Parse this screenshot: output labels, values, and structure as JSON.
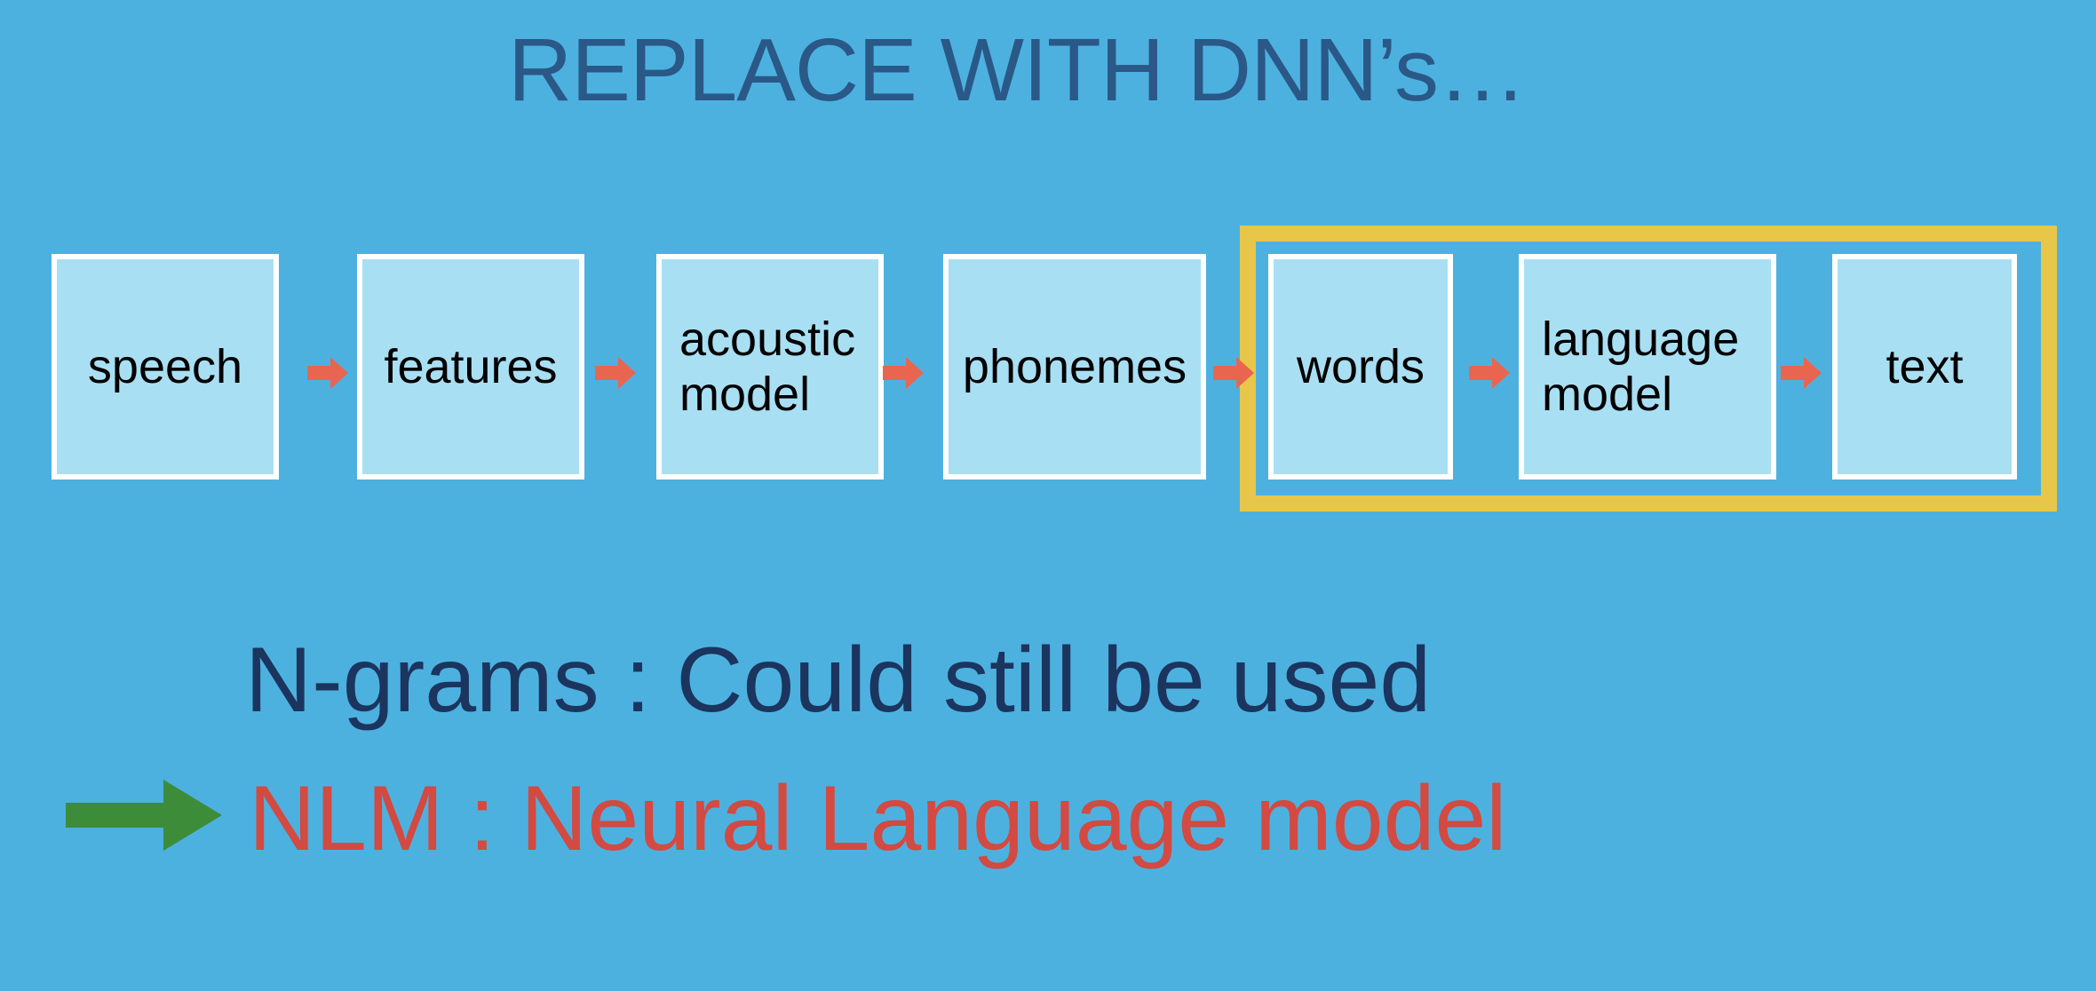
{
  "title": "REPLACE WITH DNN’s…",
  "colors": {
    "background": "#4db1e0",
    "title": "#2a5887",
    "box_fill": "#a9dff3",
    "box_border": "#ffffff",
    "box_text": "#000000",
    "arrow": "#e8664f",
    "highlight_frame": "#e8c64a",
    "ngrams_text": "#1b355e",
    "nlm_text": "#d24a41",
    "green_arrow": "#3d8c3a"
  },
  "pipeline": {
    "boxes": [
      {
        "id": "speech",
        "label": "speech"
      },
      {
        "id": "features",
        "label": "features"
      },
      {
        "id": "acoustic-model",
        "label": "acoustic\nmodel"
      },
      {
        "id": "phonemes",
        "label": "phonemes"
      },
      {
        "id": "words",
        "label": "words"
      },
      {
        "id": "language-model",
        "label": "language\nmodel"
      },
      {
        "id": "text",
        "label": "text"
      }
    ]
  },
  "ngrams_line": "N-grams : Could still be used",
  "nlm_line": "NLM : Neural Language model",
  "icons": {
    "flow_arrow": "arrow-right-icon",
    "pointer_arrow": "green-arrow-right-icon"
  }
}
